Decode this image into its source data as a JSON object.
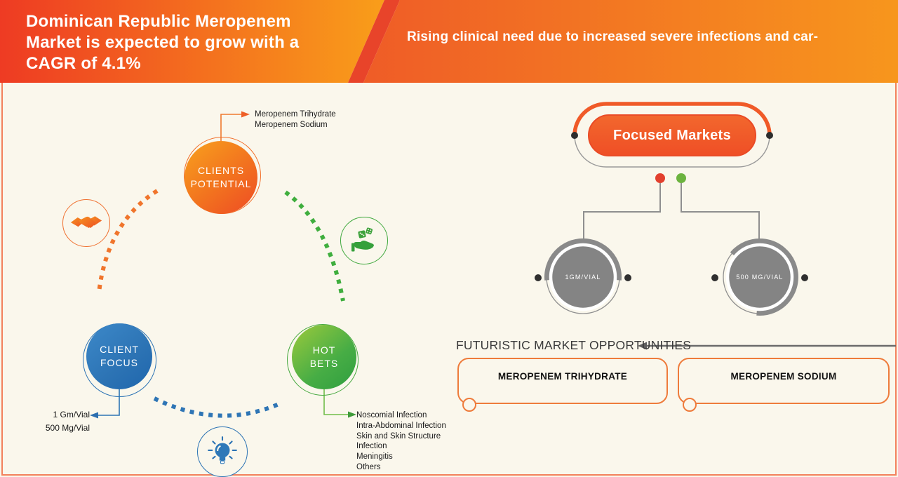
{
  "header": {
    "title": "Dominican Republic Meropenem Market is expected to grow with a CAGR of 4.1%",
    "subtitle": "Rising clinical need due to increased severe infections and car-"
  },
  "cycle": {
    "clients_potential": {
      "line1": "CLIENTS",
      "line2": "POTENTIAL"
    },
    "clients_potential_callout": {
      "lines": [
        "Meropenem Trihydrate",
        "Meropenem Sodium"
      ]
    },
    "client_focus": {
      "line1": "CLIENT",
      "line2": "FOCUS"
    },
    "client_focus_callout": {
      "lines": [
        "1 Gm/Vial",
        "500 Mg/Vial"
      ]
    },
    "hot_bets": {
      "line1": "HOT",
      "line2": "BETS"
    },
    "hot_bets_callout": {
      "lines": [
        "Noscomial Infection",
        "Intra-Abdominal Infection",
        "Skin and Skin Structure",
        "Infection",
        "Meningitis",
        "Others"
      ]
    }
  },
  "focused_markets": {
    "title": "Focused Markets",
    "gauge_left_label": "1GM/VIAL",
    "gauge_right_label": "500 MG/VIAL"
  },
  "opportunities": {
    "heading": "FUTURISTIC MARKET OPPORTUNITIES",
    "box1": "MEROPENEM TRIHYDRATE",
    "box2": "MEROPENEM SODIUM"
  },
  "colors": {
    "orange": "#ee4b24",
    "orange_light": "#f89c1b",
    "blue": "#2c73b4",
    "green": "#3fa83d",
    "green_light": "#8cc63e",
    "red_dot": "#e2402e",
    "green_dot": "#6cb33f",
    "gray": "#8f8f8f",
    "dark_dot": "#2d2d2d",
    "cream": "#faf7ec",
    "box_border": "#ee7b3b",
    "frame_border": "#f3815c"
  }
}
